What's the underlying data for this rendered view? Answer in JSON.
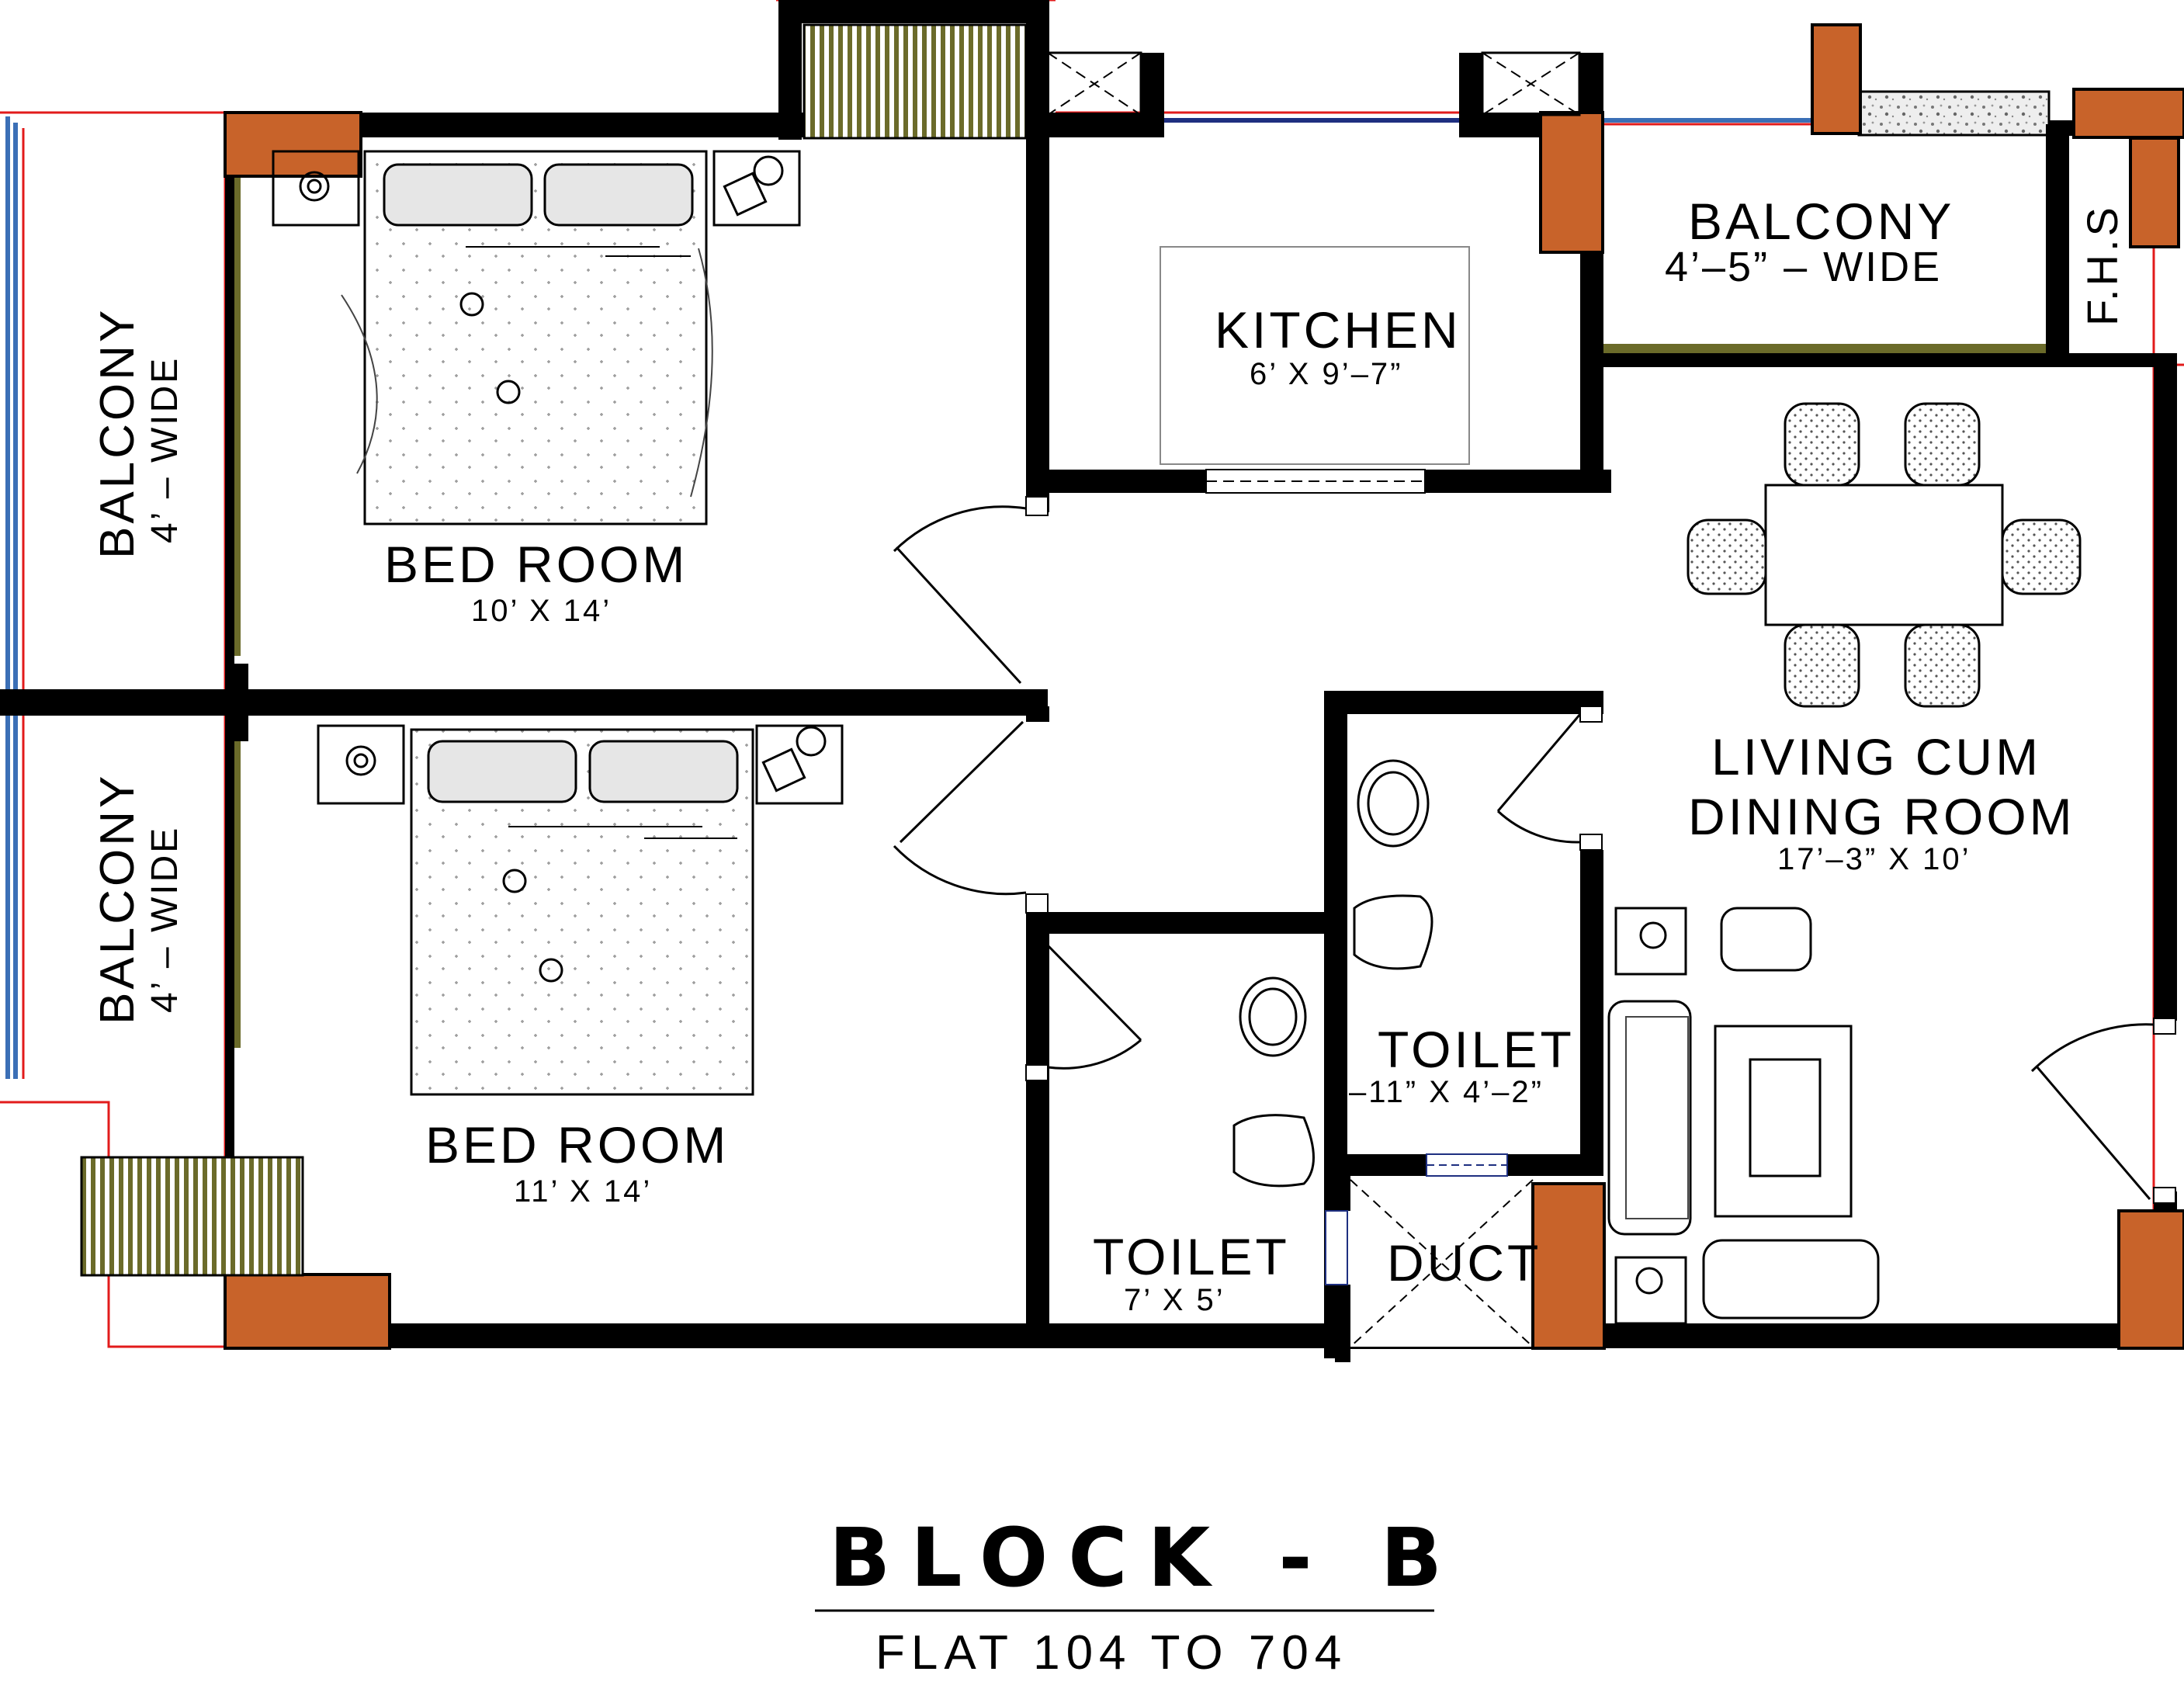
{
  "plan": {
    "rooms": {
      "bed_room_1": {
        "label": "BED ROOM",
        "dims": "10’ X 14’"
      },
      "bed_room_2": {
        "label": "BED ROOM",
        "dims": "11’ X 14’"
      },
      "kitchen": {
        "label": "KITCHEN",
        "dims": "6’ X 9’–7”"
      },
      "balcony_top": {
        "label": "BALCONY",
        "dims": "4’–5”  –  WIDE"
      },
      "balcony_left_1": {
        "label": "BALCONY",
        "dims": "4’ – WIDE"
      },
      "balcony_left_2": {
        "label": "BALCONY",
        "dims": "4’ – WIDE"
      },
      "fhs": {
        "label": "F.H.S"
      },
      "living": {
        "label_line1": "LIVING CUM",
        "label_line2": "DINING ROOM",
        "dims": "17’–3” X 10’"
      },
      "toilet_1": {
        "label": "TOILET",
        "dims": "–11” X 4’–2”"
      },
      "toilet_2": {
        "label": "TOILET",
        "dims": "7’ X 5’"
      },
      "duct": {
        "label": "DUCT"
      }
    },
    "title": "BLOCK - B",
    "subtitle": "FLAT 104 TO 704"
  },
  "colors": {
    "wall": "#000000",
    "column": "#c8632a",
    "outline": "#e21b1b",
    "railing_blue": "#3b6fb6",
    "railing_olive": "#6b6b2a"
  }
}
